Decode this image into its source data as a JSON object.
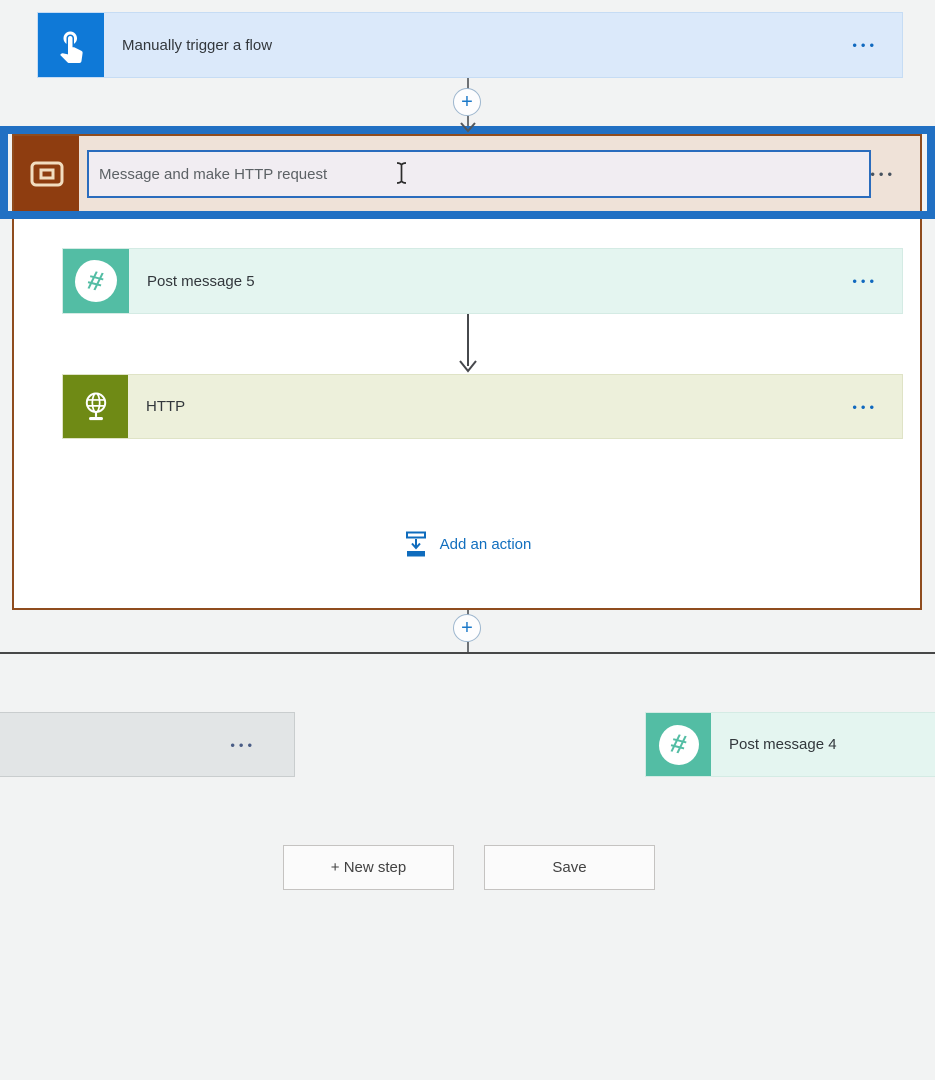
{
  "glyphs": {
    "ellipsis": "•••",
    "plus": "+"
  },
  "colors": {
    "accent_blue": "#1069bf",
    "annotation_highlight_blue": "#2170c3",
    "trigger_icon_bg": "#0f79d7",
    "trigger_card_bg": "#dbe9fa",
    "scope_icon_bg": "#8e3d10",
    "scope_border_brown": "#8f4c1e",
    "scope_header_bg": "#efe2d8",
    "slack_teal": "#53bda4",
    "slack_card_bg": "#e4f5f0",
    "http_olive": "#6f8a15",
    "http_card_bg": "#edf0db",
    "gray_card_bg": "#e2e5e6"
  },
  "icons": {
    "trigger": "touch-icon",
    "scope": "scope-frame-icon",
    "post_message": "slack-hash-icon",
    "http": "globe-icon",
    "add_action": "insert-action-icon",
    "connector": "plus-icon",
    "pointer": "text-cursor-i-beam-icon"
  },
  "flow": {
    "trigger": {
      "label": "Manually trigger a flow"
    },
    "scope": {
      "title_value": "Message and make HTTP request",
      "actions": [
        {
          "label": "Post message 5"
        },
        {
          "label": "HTTP"
        }
      ],
      "add_action_label": "Add an action"
    },
    "branches": {
      "right_card_label": "Post message 4"
    },
    "footer": {
      "new_step_label": "+ New step",
      "save_label": "Save"
    }
  }
}
